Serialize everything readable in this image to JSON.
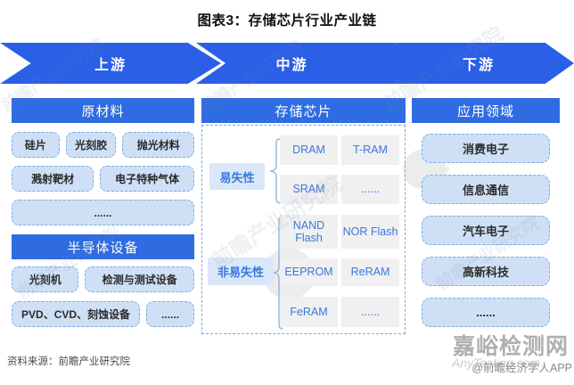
{
  "title": "图表3：存储芯片行业产业链",
  "flow": {
    "stages": [
      {
        "label": "上游"
      },
      {
        "label": "中游"
      },
      {
        "label": "下游"
      }
    ]
  },
  "upstream": {
    "materials": {
      "header": "原材料",
      "row1": [
        "硅片",
        "光刻胶",
        "抛光材料"
      ],
      "row2": [
        "溅射靶材",
        "电子特种气体"
      ],
      "row3": [
        "......"
      ]
    },
    "equipment": {
      "header": "半导体设备",
      "row1": [
        "光刻机",
        "检测与测试设备"
      ],
      "row2": [
        "PVD、CVD、刻蚀设备",
        "......"
      ]
    }
  },
  "midstream": {
    "header": "存储芯片",
    "volatile": {
      "label": "易失性",
      "items": [
        "DRAM",
        "T-RAM",
        "SRAM",
        "......"
      ]
    },
    "nonvolatile": {
      "label": "非易失性",
      "items": [
        "NAND Flash",
        "NOR Flash",
        "EEPROM",
        "ReRAM",
        "FeRAM",
        "......"
      ]
    }
  },
  "downstream": {
    "header": "应用领域",
    "items": [
      "消费电子",
      "信息通信",
      "汽车电子",
      "高新科技",
      "......"
    ]
  },
  "footer": {
    "source": "资料来源：前瞻产业研究院"
  },
  "watermarks": {
    "site_cn": "嘉峪检测网",
    "site_en": "AnyTesting.com",
    "credit": "@前瞻经济学人APP",
    "diagonal": "前瞻产业研究院"
  },
  "colors": {
    "arrow_blue": "#2a5fe6",
    "header_blue": "#2f6ce2",
    "light_blue_fill": "#cfe0f6",
    "dashed_border": "#79ade6",
    "gray_box": "#f0f0f0",
    "blue_text": "#3b77de"
  }
}
